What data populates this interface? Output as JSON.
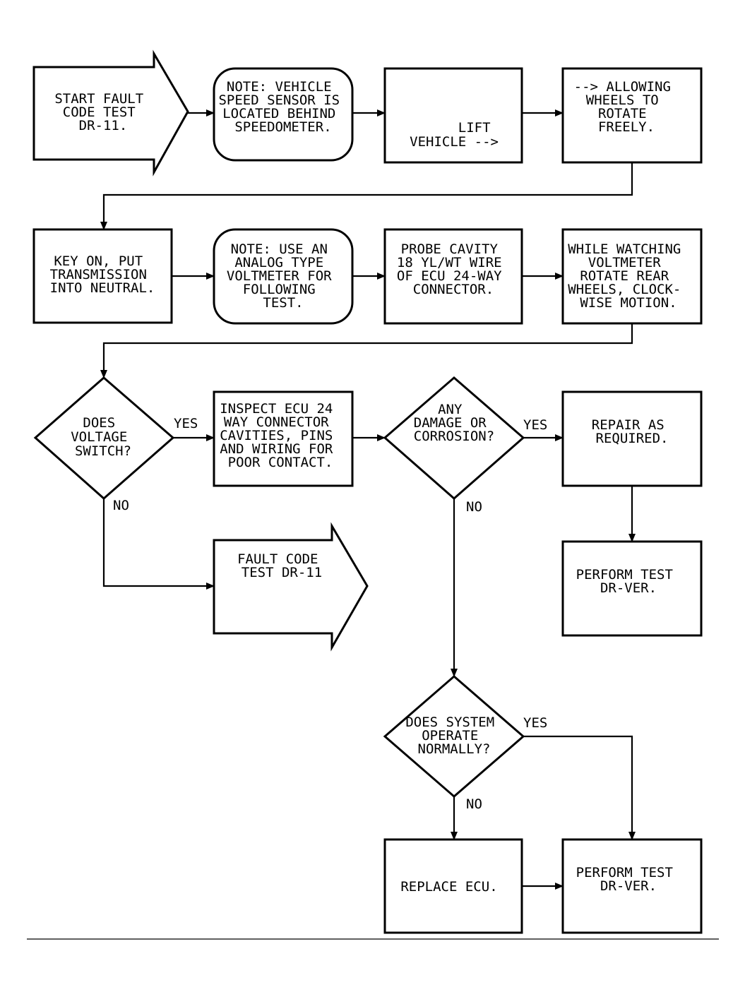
{
  "nodes": {
    "start": {
      "lines": [
        "START FAULT",
        "CODE TEST",
        "DR-11."
      ]
    },
    "note1": {
      "lines": [
        "NOTE: VEHICLE",
        "SPEED SENSOR IS",
        "LOCATED BEHIND",
        "SPEEDOMETER."
      ]
    },
    "lift": {
      "lines": [
        "LIFT",
        "VEHICLE -->"
      ]
    },
    "allowing": {
      "lines": [
        "--> ALLOWING",
        "WHEELS TO",
        "ROTATE",
        "FREELY."
      ]
    },
    "keyon": {
      "lines": [
        "KEY ON, PUT",
        "TRANSMISSION",
        "INTO NEUTRAL."
      ]
    },
    "note2": {
      "lines": [
        "NOTE: USE AN",
        "ANALOG TYPE",
        "VOLTMETER FOR",
        "FOLLOWING",
        "TEST."
      ]
    },
    "probe": {
      "lines": [
        "PROBE CAVITY",
        "18 YL/WT WIRE",
        "OF ECU 24-WAY",
        "CONNECTOR."
      ]
    },
    "watching": {
      "lines": [
        "WHILE WATCHING",
        "VOLTMETER",
        "ROTATE REAR",
        "WHEELS, CLOCK-",
        "WISE MOTION."
      ]
    },
    "d_voltage": {
      "lines": [
        "DOES",
        "VOLTAGE",
        "SWITCH?"
      ]
    },
    "inspect": {
      "lines": [
        "INSPECT ECU 24",
        "WAY CONNECTOR",
        "CAVITIES, PINS",
        "AND WIRING FOR",
        "POOR CONTACT."
      ]
    },
    "d_damage": {
      "lines": [
        "ANY",
        "DAMAGE OR",
        "CORROSION?"
      ]
    },
    "repair": {
      "lines": [
        "REPAIR AS",
        "REQUIRED."
      ]
    },
    "fault2": {
      "lines": [
        "FAULT CODE",
        "TEST DR-11"
      ]
    },
    "perform1": {
      "lines": [
        "PERFORM TEST",
        "DR-VER."
      ]
    },
    "d_operate": {
      "lines": [
        "DOES SYSTEM",
        "OPERATE",
        "NORMALLY?"
      ]
    },
    "replace": {
      "lines": [
        "REPLACE ECU."
      ]
    },
    "perform2": {
      "lines": [
        "PERFORM TEST",
        "DR-VER."
      ]
    }
  },
  "edge_labels": {
    "yes_voltage": "YES",
    "no_voltage": "NO",
    "yes_damage": "YES",
    "no_damage": "NO",
    "yes_operate": "YES",
    "no_operate": "NO"
  }
}
